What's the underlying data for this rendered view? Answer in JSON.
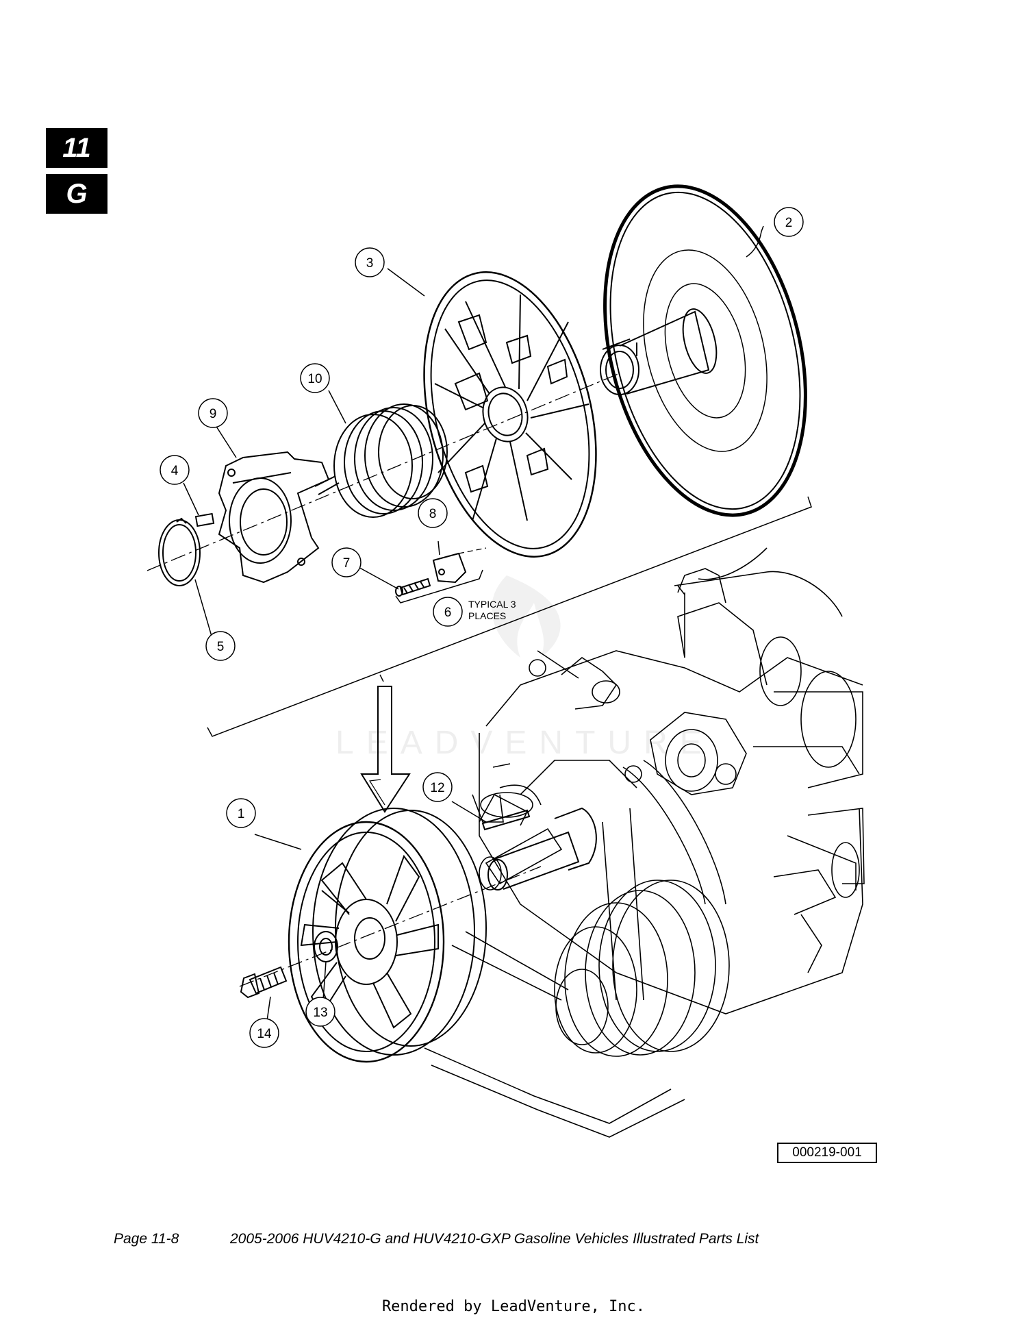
{
  "section_tabs": [
    "11",
    "G"
  ],
  "callouts": [
    {
      "id": "1",
      "label": "1"
    },
    {
      "id": "2",
      "label": "2"
    },
    {
      "id": "3",
      "label": "3"
    },
    {
      "id": "4",
      "label": "4"
    },
    {
      "id": "5",
      "label": "5"
    },
    {
      "id": "6",
      "label": "6"
    },
    {
      "id": "7",
      "label": "7"
    },
    {
      "id": "8",
      "label": "8"
    },
    {
      "id": "9",
      "label": "9"
    },
    {
      "id": "10",
      "label": "10"
    },
    {
      "id": "12",
      "label": "12"
    },
    {
      "id": "13",
      "label": "13"
    },
    {
      "id": "14",
      "label": "14"
    }
  ],
  "note": {
    "line1": "TYPICAL 3",
    "line2": "PLACES"
  },
  "figure_id": "000219-001",
  "footer": {
    "page": "Page 11-8",
    "title": "2005-2006 HUV4210-G and HUV4210-GXP Gasoline Vehicles Illustrated Parts List"
  },
  "rendered_by": "Rendered by LeadVenture, Inc.",
  "watermark": "LEADVENTURE"
}
